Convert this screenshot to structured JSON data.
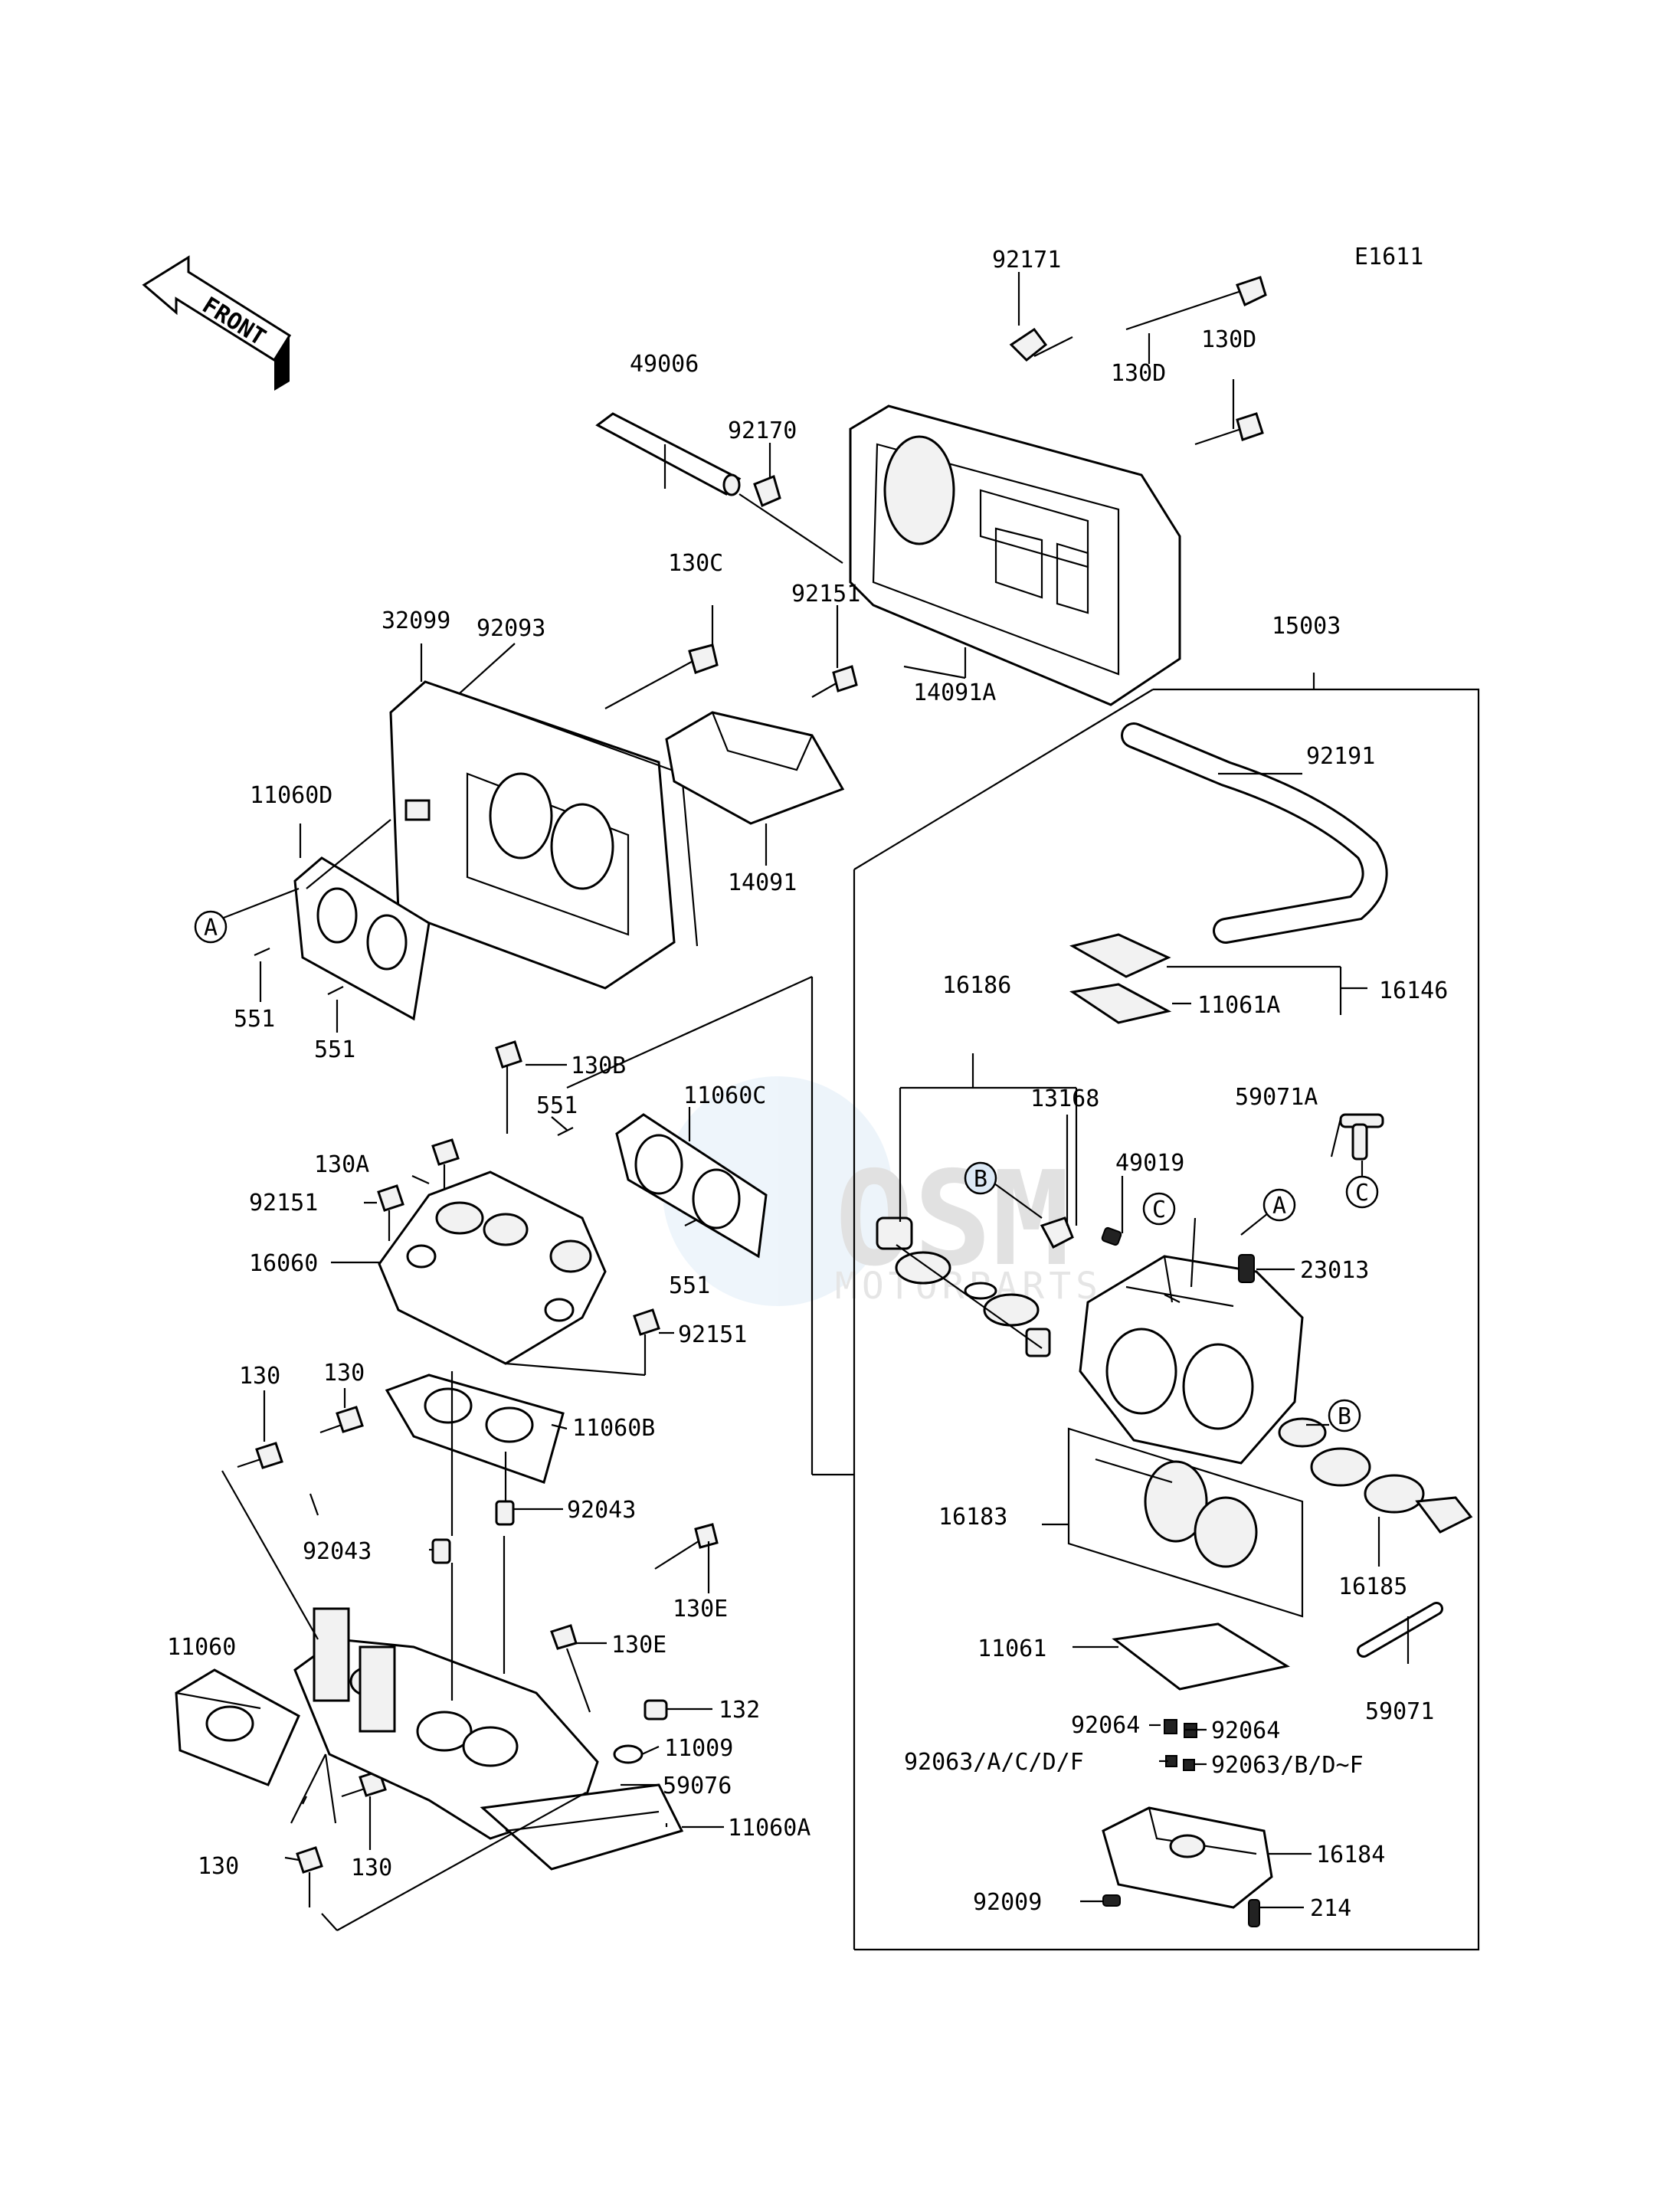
{
  "diagram_code": "E1611",
  "front_arrow_text": "FRONT",
  "watermark": {
    "logo": "OSM",
    "subtitle": "MOTORPARTS"
  },
  "callouts": {
    "A": "A",
    "B": "B",
    "C": "C"
  },
  "labels": {
    "p92171": "92171",
    "p130D_a": "130D",
    "p130D_b": "130D",
    "p49006": "49006",
    "p92170": "92170",
    "p130C": "130C",
    "p92151_a": "92151",
    "p14091A": "14091A",
    "p32099": "32099",
    "p92093": "92093",
    "p15003": "15003",
    "p92191": "92191",
    "p11060D": "11060D",
    "p14091": "14091",
    "p16146": "16146",
    "p11061A": "11061A",
    "p551_a": "551",
    "p551_b": "551",
    "p130B": "130B",
    "p551_c": "551",
    "p11060C": "11060C",
    "p16186": "16186",
    "p59071A": "59071A",
    "p130A": "130A",
    "p13168": "13168",
    "p92151_b": "92151",
    "p49019": "49019",
    "p16060": "16060",
    "p23013": "23013",
    "p551_d": "551",
    "p92151_c": "92151",
    "p130_a": "130",
    "p130_b": "130",
    "p11060B": "11060B",
    "p92043_a": "92043",
    "p16183": "16183",
    "p92043_b": "92043",
    "p130E_a": "130E",
    "p16185": "16185",
    "p11060": "11060",
    "p130E_b": "130E",
    "p11061": "11061",
    "p132": "132",
    "p59071": "59071",
    "p92064_a": "92064",
    "p92064_b": "92064",
    "p11009": "11009",
    "p92063_acdf": "92063/A/C/D/F",
    "p92063_bdf": "92063/B/D~F",
    "p59076": "59076",
    "p11060A": "11060A",
    "p16184": "16184",
    "p130_c": "130",
    "p130_d": "130",
    "p92009": "92009",
    "p214": "214"
  }
}
